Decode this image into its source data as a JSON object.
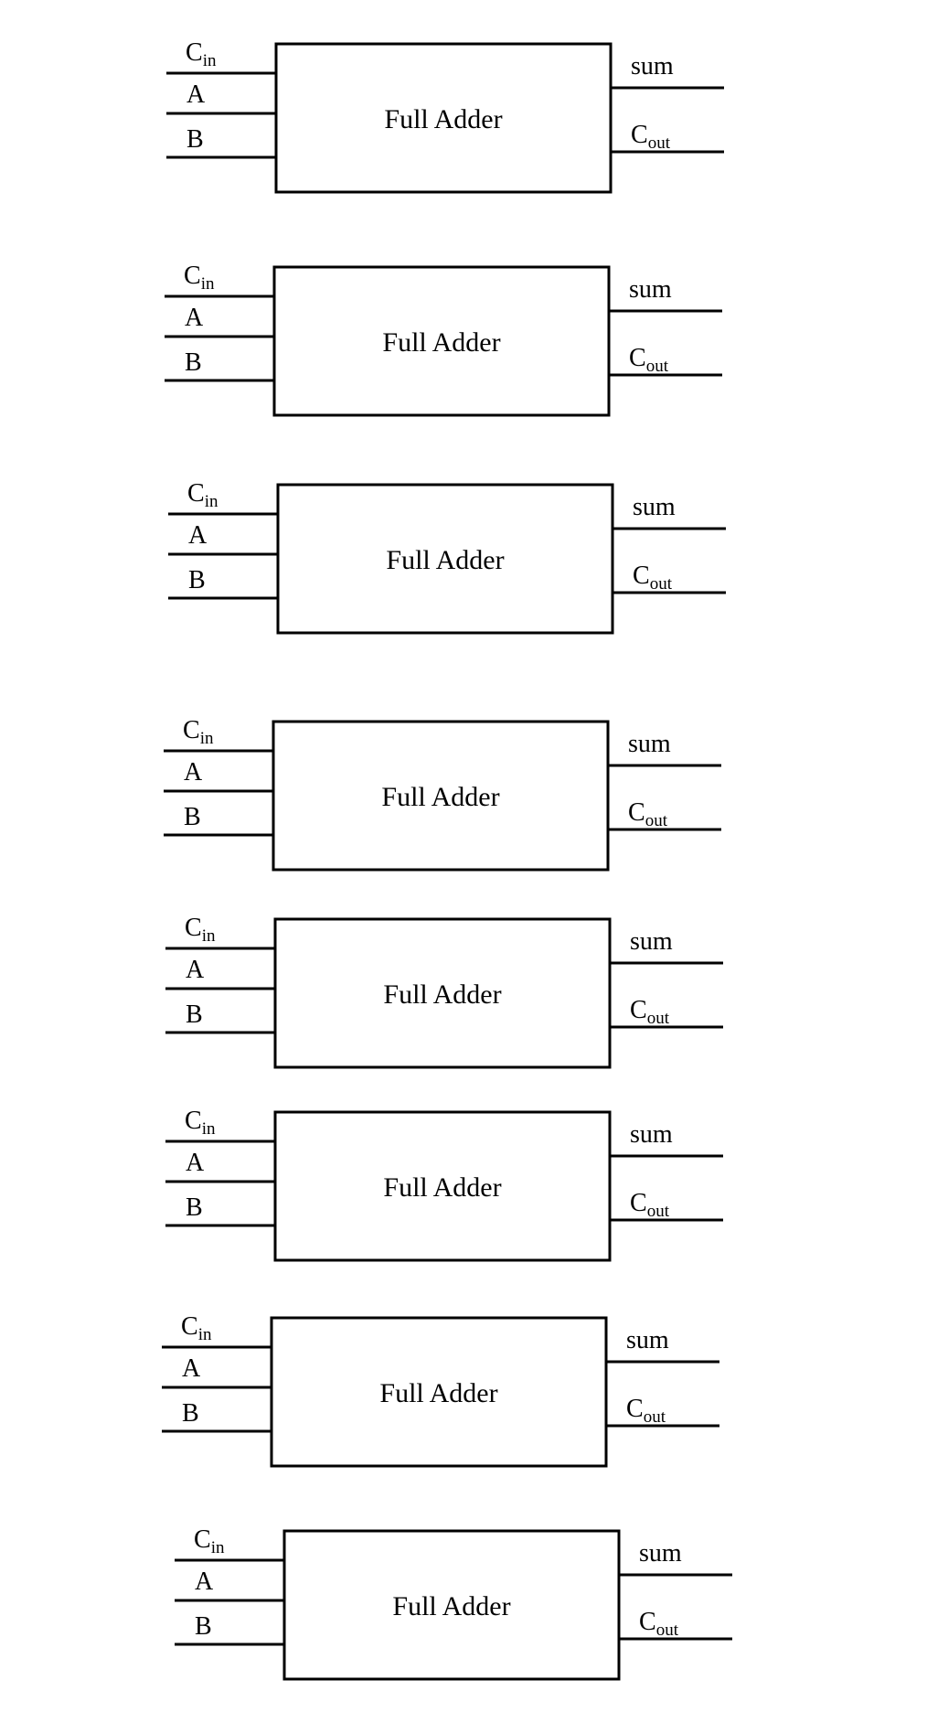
{
  "adders": [
    {
      "title": "Full Adder",
      "inputs": {
        "cin_main": "C",
        "cin_sub": "in",
        "a": "A",
        "b": "B"
      },
      "outputs": {
        "sum": "sum",
        "cout_main": "C",
        "cout_sub": "out"
      }
    },
    {
      "title": "Full Adder",
      "inputs": {
        "cin_main": "C",
        "cin_sub": "in",
        "a": "A",
        "b": "B"
      },
      "outputs": {
        "sum": "sum",
        "cout_main": "C",
        "cout_sub": "out"
      }
    },
    {
      "title": "Full Adder",
      "inputs": {
        "cin_main": "C",
        "cin_sub": "in",
        "a": "A",
        "b": "B"
      },
      "outputs": {
        "sum": "sum",
        "cout_main": "C",
        "cout_sub": "out"
      }
    },
    {
      "title": "Full Adder",
      "inputs": {
        "cin_main": "C",
        "cin_sub": "in",
        "a": "A",
        "b": "B"
      },
      "outputs": {
        "sum": "sum",
        "cout_main": "C",
        "cout_sub": "out"
      }
    },
    {
      "title": "Full Adder",
      "inputs": {
        "cin_main": "C",
        "cin_sub": "in",
        "a": "A",
        "b": "B"
      },
      "outputs": {
        "sum": "sum",
        "cout_main": "C",
        "cout_sub": "out"
      }
    },
    {
      "title": "Full Adder",
      "inputs": {
        "cin_main": "C",
        "cin_sub": "in",
        "a": "A",
        "b": "B"
      },
      "outputs": {
        "sum": "sum",
        "cout_main": "C",
        "cout_sub": "out"
      }
    },
    {
      "title": "Full Adder",
      "inputs": {
        "cin_main": "C",
        "cin_sub": "in",
        "a": "A",
        "b": "B"
      },
      "outputs": {
        "sum": "sum",
        "cout_main": "C",
        "cout_sub": "out"
      }
    },
    {
      "title": "Full Adder",
      "inputs": {
        "cin_main": "C",
        "cin_sub": "in",
        "a": "A",
        "b": "B"
      },
      "outputs": {
        "sum": "sum",
        "cout_main": "C",
        "cout_sub": "out"
      }
    }
  ]
}
